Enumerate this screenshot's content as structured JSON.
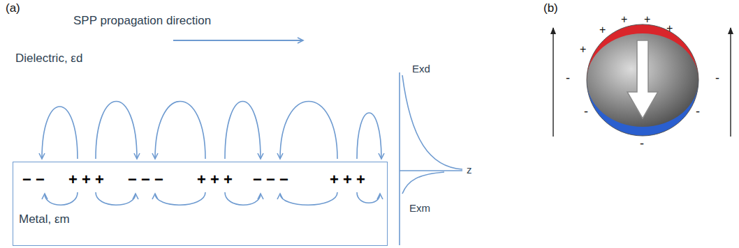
{
  "diagram": {
    "nodes": [
      {
        "text": [
          "Metal, εm"
        ]
      }
    ],
    "labels": [
      "(a)",
      "SPP propagation direction",
      "Dielectric, εd",
      "− −",
      "+ + +",
      "− − −",
      "+ + +",
      "− − −",
      "+ + +",
      "Exd",
      "z",
      "Exm",
      "(b)",
      "+",
      "+",
      "+",
      "+",
      "+",
      "-",
      "-",
      "-",
      "-",
      "-"
    ]
  }
}
